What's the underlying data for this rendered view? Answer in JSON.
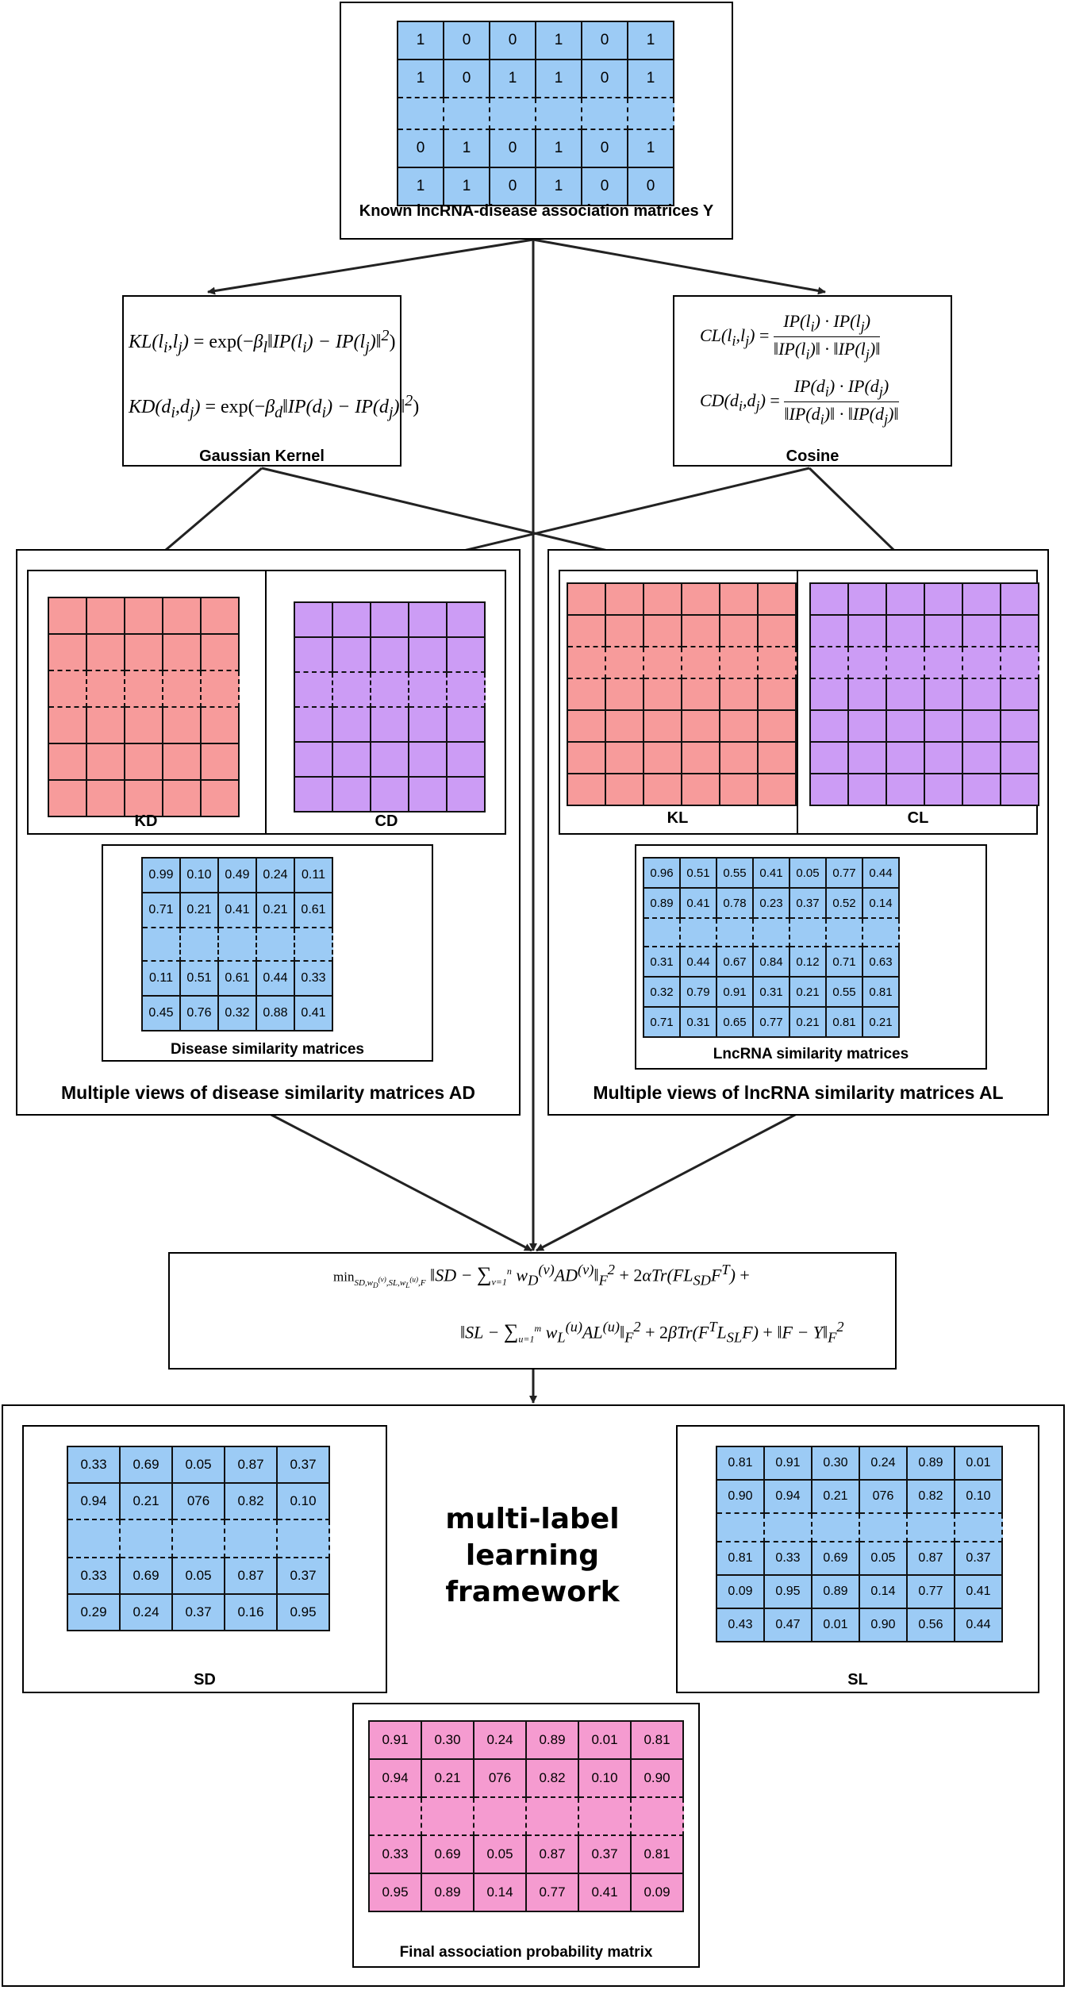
{
  "known_matrix": {
    "caption": "Known lncRNA-disease association matrices Y",
    "rows": [
      [
        "1",
        "0",
        "0",
        "1",
        "0",
        "1"
      ],
      [
        "1",
        "0",
        "1",
        "1",
        "0",
        "1"
      ],
      [
        "",
        "",
        "",
        "",
        "",
        ""
      ],
      [
        "0",
        "1",
        "0",
        "1",
        "0",
        "1"
      ],
      [
        "1",
        "1",
        "0",
        "1",
        "0",
        "0"
      ]
    ]
  },
  "gaussian_kernel": {
    "caption": "Gaussian Kernel",
    "kl_lhs": "KL(l",
    "kd_lhs": "KD(d"
  },
  "cosine": {
    "caption": "Cosine"
  },
  "disease_view": {
    "caption": "Multiple views of disease similarity matrices AD",
    "kd_label": "KD",
    "cd_label": "CD",
    "similarity_caption": "Disease similarity matrices",
    "similarity_rows": [
      [
        "0.99",
        "0.10",
        "0.49",
        "0.24",
        "0.11"
      ],
      [
        "0.71",
        "0.21",
        "0.41",
        "0.21",
        "0.61"
      ],
      [
        "",
        "",
        "",
        "",
        ""
      ],
      [
        "0.11",
        "0.51",
        "0.61",
        "0.44",
        "0.33"
      ],
      [
        "0.45",
        "0.76",
        "0.32",
        "0.88",
        "0.41"
      ]
    ]
  },
  "lncrna_view": {
    "caption": "Multiple views of lncRNA similarity matrices AL",
    "kl_label": "KL",
    "cl_label": "CL",
    "similarity_caption": "LncRNA similarity matrices",
    "similarity_rows": [
      [
        "0.96",
        "0.51",
        "0.55",
        "0.41",
        "0.05",
        "0.77",
        "0.44"
      ],
      [
        "0.89",
        "0.41",
        "0.78",
        "0.23",
        "0.37",
        "0.52",
        "0.14"
      ],
      [
        "",
        "",
        "",
        "",
        "",
        "",
        ""
      ],
      [
        "0.31",
        "0.44",
        "0.67",
        "0.84",
        "0.12",
        "0.71",
        "0.63"
      ],
      [
        "0.32",
        "0.79",
        "0.91",
        "0.31",
        "0.21",
        "0.55",
        "0.81"
      ],
      [
        "0.71",
        "0.31",
        "0.65",
        "0.77",
        "0.21",
        "0.81",
        "0.21"
      ]
    ]
  },
  "framework": {
    "title": "multi-label learning framework",
    "sd_label": "SD",
    "sl_label": "SL",
    "sd_rows": [
      [
        "0.33",
        "0.69",
        "0.05",
        "0.87",
        "0.37"
      ],
      [
        "0.94",
        "0.21",
        "076",
        "0.82",
        "0.10"
      ],
      [
        "",
        "",
        "",
        "",
        ""
      ],
      [
        "0.33",
        "0.69",
        "0.05",
        "0.87",
        "0.37"
      ],
      [
        "0.29",
        "0.24",
        "0.37",
        "0.16",
        "0.95"
      ]
    ],
    "sl_rows": [
      [
        "0.81",
        "0.91",
        "0.30",
        "0.24",
        "0.89",
        "0.01"
      ],
      [
        "0.90",
        "0.94",
        "0.21",
        "076",
        "0.82",
        "0.10"
      ],
      [
        "",
        "",
        "",
        "",
        "",
        ""
      ],
      [
        "0.81",
        "0.33",
        "0.69",
        "0.05",
        "0.87",
        "0.37"
      ],
      [
        "0.09",
        "0.95",
        "0.89",
        "0.14",
        "0.77",
        "0.41"
      ],
      [
        "0.43",
        "0.47",
        "0.01",
        "0.90",
        "0.56",
        "0.44"
      ]
    ],
    "final_caption": "Final association probability matrix",
    "final_rows": [
      [
        "0.91",
        "0.30",
        "0.24",
        "0.89",
        "0.01",
        "0.81"
      ],
      [
        "0.94",
        "0.21",
        "076",
        "0.82",
        "0.10",
        "0.90"
      ],
      [
        "",
        "",
        "",
        "",
        "",
        ""
      ],
      [
        "0.33",
        "0.69",
        "0.05",
        "0.87",
        "0.37",
        "0.81"
      ],
      [
        "0.95",
        "0.89",
        "0.14",
        "0.77",
        "0.41",
        "0.09"
      ]
    ]
  },
  "colors": {
    "blue": "#9ccbf5",
    "red": "#f79b9b",
    "purple": "#cc9cf5",
    "pink": "#f59bd0"
  }
}
